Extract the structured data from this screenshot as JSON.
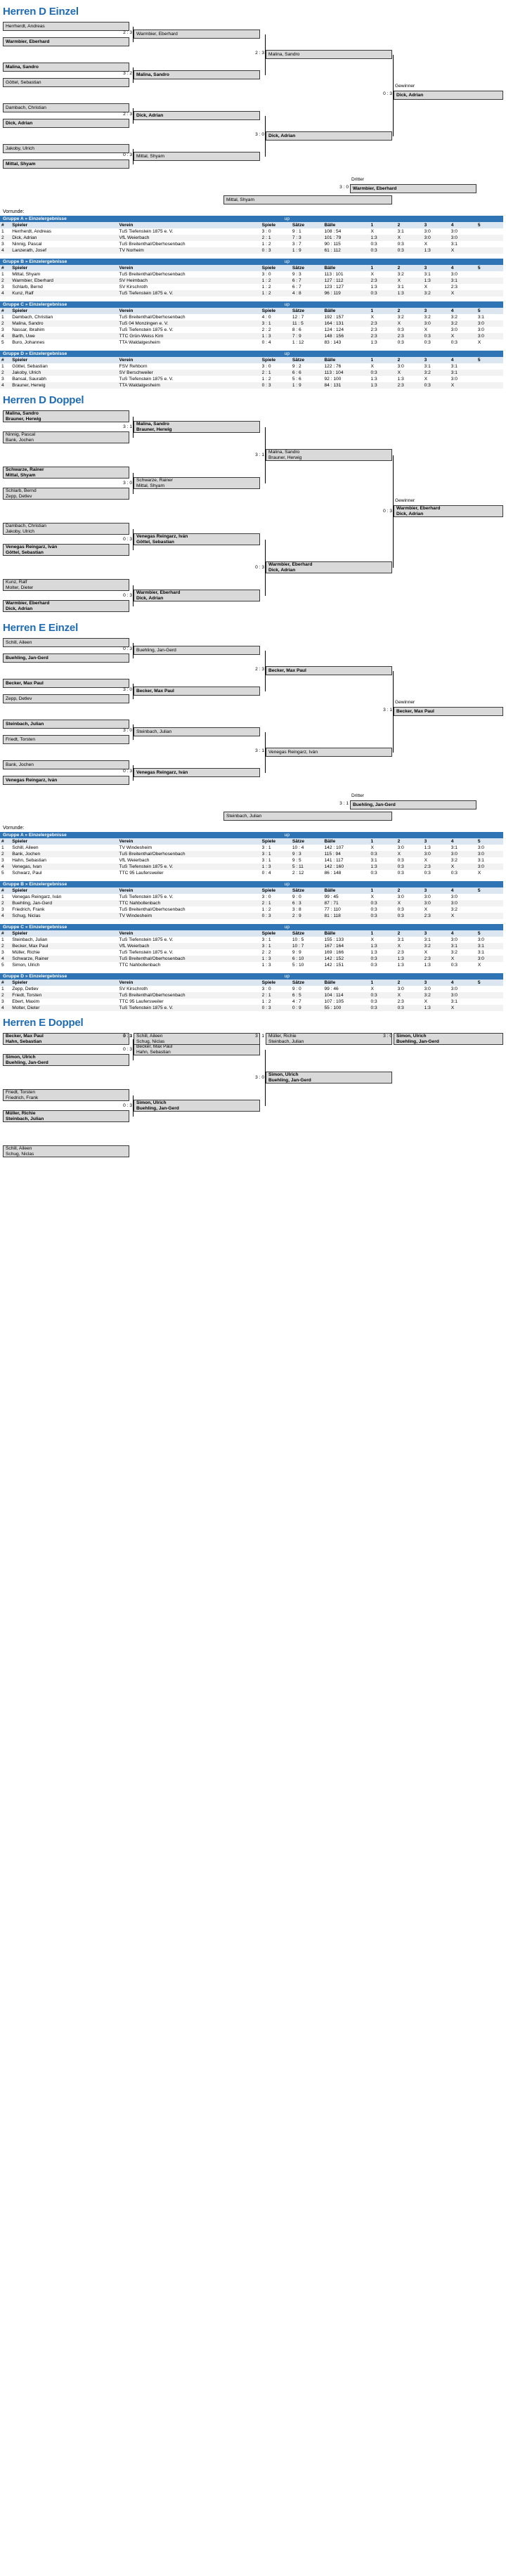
{
  "labels": {
    "vorrunde": "Vorrunde:",
    "up": "up",
    "gewinner": "Gewinner",
    "dritter": "Dritter"
  },
  "columns": [
    "#",
    "Spieler",
    "Verein",
    "Spiele",
    "Sätze",
    "Bälle",
    "1",
    "2",
    "3",
    "4",
    "5"
  ],
  "sections": [
    {
      "title": "Herren D Einzel",
      "bracket": {
        "r1": [
          {
            "name": "Herrherdt, Andreas",
            "bold": false
          },
          {
            "name": "Warmbier, Eberhard",
            "bold": true
          },
          {
            "name": "Malina, Sandro",
            "bold": true
          },
          {
            "name": "Göttel, Sebastian",
            "bold": false
          },
          {
            "name": "Dambach, Christian",
            "bold": false
          },
          {
            "name": "Dick, Adrian",
            "bold": true
          },
          {
            "name": "Jakoby, Ulrich",
            "bold": false
          },
          {
            "name": "Mittal, Shyam",
            "bold": true
          }
        ],
        "r2": [
          {
            "score": "2 : 3",
            "name": "Warmbier, Eberhard",
            "bold": false
          },
          {
            "score": "3 : 2",
            "name": "Malina, Sandro",
            "bold": true
          },
          {
            "score": "2 : 3",
            "name": "Dick, Adrian",
            "bold": true
          },
          {
            "score": "0 : 3",
            "name": "Mittal, Shyam",
            "bold": false
          }
        ],
        "r3": [
          {
            "score": "2 : 3",
            "name": "Malina, Sandro",
            "bold": false
          },
          {
            "score": "3 : 0",
            "name": "Dick, Adrian",
            "bold": true
          }
        ],
        "final": {
          "score": "0 : 3",
          "name": "Dick, Adrian",
          "bold": true
        },
        "third": {
          "score": "3 : 0",
          "name": "Warmbier, Eberhard",
          "loser": "Mittal, Shyam"
        }
      },
      "groups": [
        {
          "name": "Gruppe A » Einzelergebnisse",
          "rows": [
            [
              "1",
              "Herrherdt, Andreas",
              "TuS Tiefenstein 1875 e. V.",
              "3 : 0",
              "9 : 1",
              "108 : 54",
              "X",
              "3:1",
              "3:0",
              "3:0",
              ""
            ],
            [
              "2",
              "Dick, Adrian",
              "VfL Weierbach",
              "2 : 1",
              "7 : 3",
              "101 : 79",
              "1:3",
              "X",
              "3:0",
              "3:0",
              ""
            ],
            [
              "3",
              "Ninnig, Pascal",
              "TuS Breitenthal/Oberhosenbach",
              "1 : 2",
              "3 : 7",
              "90 : 115",
              "0:3",
              "0:3",
              "X",
              "3:1",
              ""
            ],
            [
              "4",
              "Lanzerath, Josef",
              "TV Norheim",
              "0 : 3",
              "1 : 9",
              "61 : 112",
              "0:3",
              "0:3",
              "1:3",
              "X",
              ""
            ]
          ]
        },
        {
          "name": "Gruppe B » Einzelergebnisse",
          "rows": [
            [
              "1",
              "Mittal, Shyam",
              "TuS Breitenthal/Oberhosenbach",
              "3 : 0",
              "9 : 3",
              "113 : 101",
              "X",
              "3:2",
              "3:1",
              "3:0",
              ""
            ],
            [
              "2",
              "Warmbier, Eberhard",
              "SV Heimbach",
              "1 : 2",
              "6 : 7",
              "127 : 112",
              "2:3",
              "X",
              "1:3",
              "3:1",
              ""
            ],
            [
              "3",
              "Schlarb, Bernd",
              "SV Kirschroth",
              "1 : 2",
              "6 : 7",
              "123 : 127",
              "1:3",
              "3:1",
              "X",
              "2:3",
              ""
            ],
            [
              "4",
              "Kunz, Ralf",
              "TuS Tiefenstein 1875 e. V.",
              "1 : 2",
              "4 : 8",
              "96 : 119",
              "0:3",
              "1:3",
              "3:2",
              "X",
              ""
            ]
          ]
        },
        {
          "name": "Gruppe C » Einzelergebnisse",
          "rows": [
            [
              "1",
              "Dambach, Christian",
              "TuS Breitenthal/Oberhosenbach",
              "4 : 0",
              "12 : 7",
              "192 : 157",
              "X",
              "3:2",
              "3:2",
              "3:2",
              "3:1"
            ],
            [
              "2",
              "Malina, Sandro",
              "TuS 04 Monzingen e. V.",
              "3 : 1",
              "11 : 5",
              "164 : 131",
              "2:3",
              "X",
              "3:0",
              "3:2",
              "3:0"
            ],
            [
              "3",
              "Nassar, Ibrahim",
              "TuS Tiefenstein 1875 e. V.",
              "2 : 2",
              "8 : 6",
              "124 : 124",
              "2:3",
              "0:3",
              "X",
              "3:0",
              "3:0"
            ],
            [
              "4",
              "Barth, Uwe",
              "TTC Grün-Weiss Kirn",
              "1 : 3",
              "7 : 9",
              "148 : 156",
              "2:3",
              "2:3",
              "0:3",
              "X",
              "3:0"
            ],
            [
              "5",
              "Buro, Johannes",
              "TTA Waldalgesheim",
              "0 : 4",
              "1 : 12",
              "83 : 143",
              "1:3",
              "0:3",
              "0:3",
              "0:3",
              "X"
            ]
          ]
        },
        {
          "name": "Gruppe D » Einzelergebnisse",
          "rows": [
            [
              "1",
              "Göttel, Sebastian",
              "FSV Rehborn",
              "3 : 0",
              "9 : 2",
              "122 : 76",
              "X",
              "3:0",
              "3:1",
              "3:1",
              ""
            ],
            [
              "2",
              "Jakoby, Ulrich",
              "SV Berschweiler",
              "2 : 1",
              "6 : 6",
              "113 : 104",
              "0:3",
              "X",
              "3:2",
              "3:1",
              ""
            ],
            [
              "3",
              "Bansal, Saurabh",
              "TuS Tiefenstein 1875 e. V.",
              "1 : 2",
              "5 : 6",
              "92 : 100",
              "1:3",
              "1:3",
              "X",
              "3:0",
              ""
            ],
            [
              "4",
              "Brauner, Herwig",
              "TTA Waldalgesheim",
              "0 : 3",
              "1 : 9",
              "84 : 131",
              "1:3",
              "2:3",
              "0:3",
              "X",
              ""
            ]
          ]
        }
      ]
    },
    {
      "title": "Herren D Doppel",
      "bracket": {
        "r1": [
          {
            "l1": "Malina, Sandro",
            "l2": "Brauner, Herwig",
            "bold": true
          },
          {
            "l1": "Ninnig, Pascal",
            "l2": "Bank, Jochen",
            "bold": false
          },
          {
            "l1": "Schwarze, Rainer",
            "l2": "Mittal, Shyam",
            "bold": true
          },
          {
            "l1": "Schlarb, Bernd",
            "l2": "Zepp, Detlev",
            "bold": false
          },
          {
            "l1": "Dambach, Christian",
            "l2": "Jakoby, Ulrich",
            "bold": false
          },
          {
            "l1": "Venegas Reingarz, Iván",
            "l2": "Göttel, Sebastian",
            "bold": true
          },
          {
            "l1": "Kunz, Ralf",
            "l2": "Molter, Dieter",
            "bold": false
          },
          {
            "l1": "Warmbier, Eberhard",
            "l2": "Dick, Adrian",
            "bold": true
          }
        ],
        "r2": [
          {
            "score": "3 : 1",
            "l1": "Malina, Sandro",
            "l2": "Brauner, Herwig",
            "bold": true
          },
          {
            "score": "3 : 0",
            "l1": "Schwarze, Rainer",
            "l2": "Mittal, Shyam",
            "bold": false
          },
          {
            "score": "0 : 3",
            "l1": "Venegas Reingarz, Iván",
            "l2": "Göttel, Sebastian",
            "bold": true
          },
          {
            "score": "0 : 3",
            "l1": "Warmbier, Eberhard",
            "l2": "Dick, Adrian",
            "bold": true
          }
        ],
        "r3": [
          {
            "score": "3 : 1",
            "l1": "Malina, Sandro",
            "l2": "Brauner, Herwig",
            "bold": false
          },
          {
            "score": "0 : 3",
            "l1": "Warmbier, Eberhard",
            "l2": "Dick, Adrian",
            "bold": true
          }
        ],
        "final": {
          "score": "0 : 3",
          "l1": "Warmbier, Eberhard",
          "l2": "Dick, Adrian",
          "bold": true
        }
      },
      "groups": []
    },
    {
      "title": "Herren E Einzel",
      "bracket": {
        "r1": [
          {
            "name": "Schill, Aileen",
            "bold": false
          },
          {
            "name": "Buehling, Jan-Gerd",
            "bold": true
          },
          {
            "name": "Becker, Max Paul",
            "bold": true
          },
          {
            "name": "Zepp, Detlev",
            "bold": false
          },
          {
            "name": "Steinbach, Julian",
            "bold": true
          },
          {
            "name": "Friedt, Torsten",
            "bold": false
          },
          {
            "name": "Bank, Jochen",
            "bold": false
          },
          {
            "name": "Venegas Reingarz, Iván",
            "bold": true
          }
        ],
        "r2": [
          {
            "score": "0 : 3",
            "name": "Buehling, Jan-Gerd",
            "bold": false
          },
          {
            "score": "3 : 0",
            "name": "Becker, Max Paul",
            "bold": true
          },
          {
            "score": "3 : 0",
            "name": "Steinbach, Julian",
            "bold": false
          },
          {
            "score": "0 : 3",
            "name": "Venegas Reingarz, Iván",
            "bold": true
          }
        ],
        "r3": [
          {
            "score": "2 : 3",
            "name": "Becker, Max Paul",
            "bold": true
          },
          {
            "score": "3 : 1",
            "name": "Venegas Reingarz, Iván",
            "bold": false
          }
        ],
        "final": {
          "score": "3 : 1",
          "name": "Becker, Max Paul",
          "bold": true
        },
        "third": {
          "score": "3 : 1",
          "name": "Buehling, Jan-Gerd",
          "loser": "Steinbach, Julian"
        }
      },
      "groups": [
        {
          "name": "Gruppe A » Einzelergebnisse",
          "rows": [
            [
              "1",
              "Schill, Aileen",
              "TV Windesheim",
              "3 : 1",
              "10 : 4",
              "142 : 107",
              "X",
              "3:0",
              "1:3",
              "3:1",
              "3:0"
            ],
            [
              "2",
              "Bank, Jochen",
              "TuS Breitenthal/Oberhosenbach",
              "3 : 1",
              "9 : 3",
              "115 : 94",
              "0:3",
              "X",
              "3:0",
              "3:0",
              "3:0"
            ],
            [
              "3",
              "Hahn, Sebastian",
              "VfL Weierbach",
              "3 : 1",
              "9 : 5",
              "141 : 117",
              "3:1",
              "0:3",
              "X",
              "3:2",
              "3:1"
            ],
            [
              "4",
              "Venegas, Ivan",
              "TuS Tiefenstein 1875 e. V.",
              "1 : 3",
              "5 : 11",
              "142 : 160",
              "1:3",
              "0:3",
              "2:3",
              "X",
              "3:0"
            ],
            [
              "5",
              "Schwarz, Paul",
              "TTC 95 Laufersweiler",
              "0 : 4",
              "2 : 12",
              "86 : 148",
              "0:3",
              "0:3",
              "0:3",
              "0:3",
              "X"
            ]
          ]
        },
        {
          "name": "Gruppe B » Einzelergebnisse",
          "rows": [
            [
              "1",
              "Venegas Reingarz, Iván",
              "TuS Tiefenstein 1875 e. V.",
              "3 : 0",
              "9 : 0",
              "99 : 45",
              "X",
              "3:0",
              "3:0",
              "3:0",
              ""
            ],
            [
              "2",
              "Buehling, Jan-Gerd",
              "TTC Nahbollenbach",
              "2 : 1",
              "6 : 3",
              "87 : 71",
              "0:3",
              "X",
              "3:0",
              "3:0",
              ""
            ],
            [
              "3",
              "Friedrich, Frank",
              "TuS Breitenthal/Oberhosenbach",
              "1 : 2",
              "3 : 8",
              "77 : 110",
              "0:3",
              "0:3",
              "X",
              "3:2",
              ""
            ],
            [
              "4",
              "Schug, Niclas",
              "TV Windesheim",
              "0 : 3",
              "2 : 9",
              "81 : 118",
              "0:3",
              "0:3",
              "2:3",
              "X",
              ""
            ]
          ]
        },
        {
          "name": "Gruppe C » Einzelergebnisse",
          "rows": [
            [
              "1",
              "Steinbach, Julian",
              "TuS Tiefenstein 1875 e. V.",
              "3 : 1",
              "10 : 5",
              "155 : 133",
              "X",
              "3:1",
              "3:1",
              "3:0",
              "3:0"
            ],
            [
              "2",
              "Becker, Max Paul",
              "VfL Weierbach",
              "3 : 1",
              "10 : 7",
              "167 : 164",
              "1:3",
              "X",
              "3:2",
              "3:1",
              "3:1"
            ],
            [
              "3",
              "Müller, Richie",
              "TuS Tiefenstein 1875 e. V.",
              "2 : 2",
              "9 : 9",
              "169 : 166",
              "1:3",
              "2:3",
              "X",
              "3:2",
              "3:1"
            ],
            [
              "4",
              "Schwarze, Rainer",
              "TuS Breitenthal/Oberhosenbach",
              "1 : 3",
              "6 : 10",
              "142 : 152",
              "0:3",
              "1:3",
              "2:3",
              "X",
              "3:0"
            ],
            [
              "5",
              "Simon, Ulrich",
              "TTC Nahbollenbach",
              "1 : 3",
              "5 : 10",
              "142 : 151",
              "0:3",
              "1:3",
              "1:3",
              "0:3",
              "X"
            ]
          ]
        },
        {
          "name": "Gruppe D » Einzelergebnisse",
          "rows": [
            [
              "1",
              "Zepp, Detlev",
              "SV Kirschroth",
              "3 : 0",
              "9 : 0",
              "99 : 46",
              "X",
              "3:0",
              "3:0",
              "3:0",
              ""
            ],
            [
              "2",
              "Friedt, Torsten",
              "TuS Breitenthal/Oberhosenbach",
              "2 : 1",
              "6 : 5",
              "104 : 114",
              "0:3",
              "X",
              "3:2",
              "3:0",
              ""
            ],
            [
              "3",
              "Ebert, Maxim",
              "TTC 95 Laufersweiler",
              "1 : 2",
              "4 : 7",
              "107 : 105",
              "0:3",
              "2:3",
              "X",
              "3:1",
              ""
            ],
            [
              "4",
              "Molter, Dieter",
              "TuS Tiefenstein 1875 e. V.",
              "0 : 3",
              "0 : 9",
              "55 : 100",
              "0:3",
              "0:3",
              "1:3",
              "X",
              ""
            ]
          ]
        }
      ]
    },
    {
      "title": "Herren E Doppel",
      "bracket": {
        "r1": [
          {
            "l1": "Becker, Max Paul",
            "l2": "Hahn, Sebastian",
            "bold": true
          },
          {
            "l1": "Simon, Ulrich",
            "l2": "Buehling, Jan-Gerd",
            "bold": true
          },
          {
            "l1": "Friedt, Torsten",
            "l2": "Friedrich, Frank",
            "bold": false
          },
          {
            "l1": "Müller, Richie",
            "l2": "Steinbach, Julian",
            "bold": true
          },
          {
            "l1": "Schill, Aileen",
            "l2": "Schug, Niclas",
            "bold": false
          }
        ],
        "r2": [
          {
            "score": "0 : 3",
            "l1": "Becker, Max Paul",
            "l2": "Hahn, Sebastian",
            "bold": false
          },
          {
            "score": "0 : 3",
            "l1": "Simon, Ulrich",
            "l2": "Buehling, Jan-Gerd",
            "bold": true
          },
          {
            "score": "0 : 3",
            "l1": "Müller, Richie",
            "l2": "Steinbach, Julian",
            "bold": true
          },
          {
            "score": "3 : 1",
            "l1": "Schill, Aileen",
            "l2": "Schug, Niclas",
            "bold": false
          }
        ],
        "r3": [
          {
            "score": "3 : 0",
            "l1": "Simon, Ulrich",
            "l2": "Buehling, Jan-Gerd",
            "bold": true
          },
          {
            "score": "3 : 1",
            "l1": "Müller, Richie",
            "l2": "Steinbach, Julian",
            "bold": false
          }
        ],
        "final": {
          "score": "3 : 0",
          "l1": "Simon, Ulrich",
          "l2": "Buehling, Jan-Gerd",
          "bold": true
        }
      },
      "groups": []
    }
  ]
}
